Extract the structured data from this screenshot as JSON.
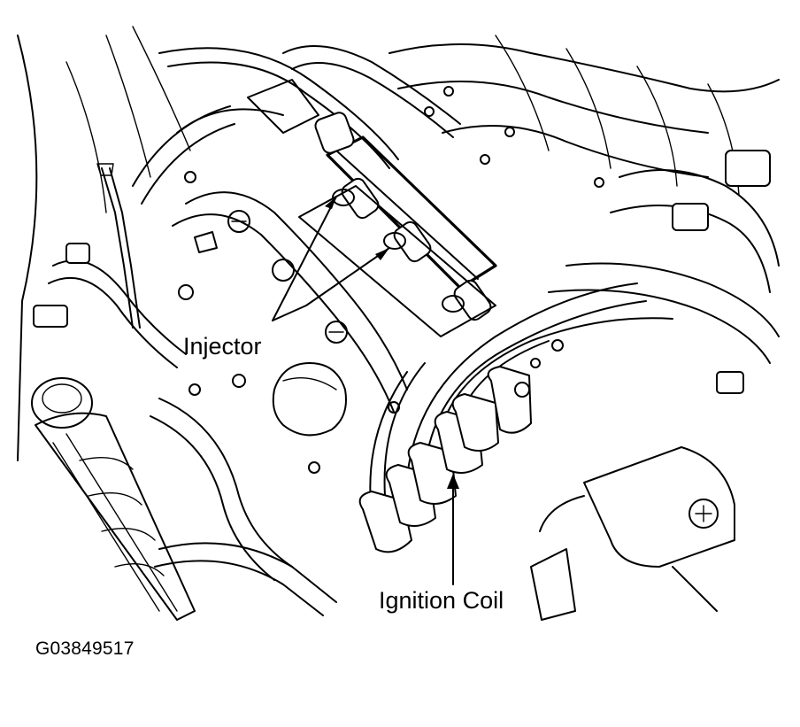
{
  "labels": {
    "injector": "Injector",
    "ignition_coil": "Ignition Coil",
    "figure_id": "G03849517"
  }
}
